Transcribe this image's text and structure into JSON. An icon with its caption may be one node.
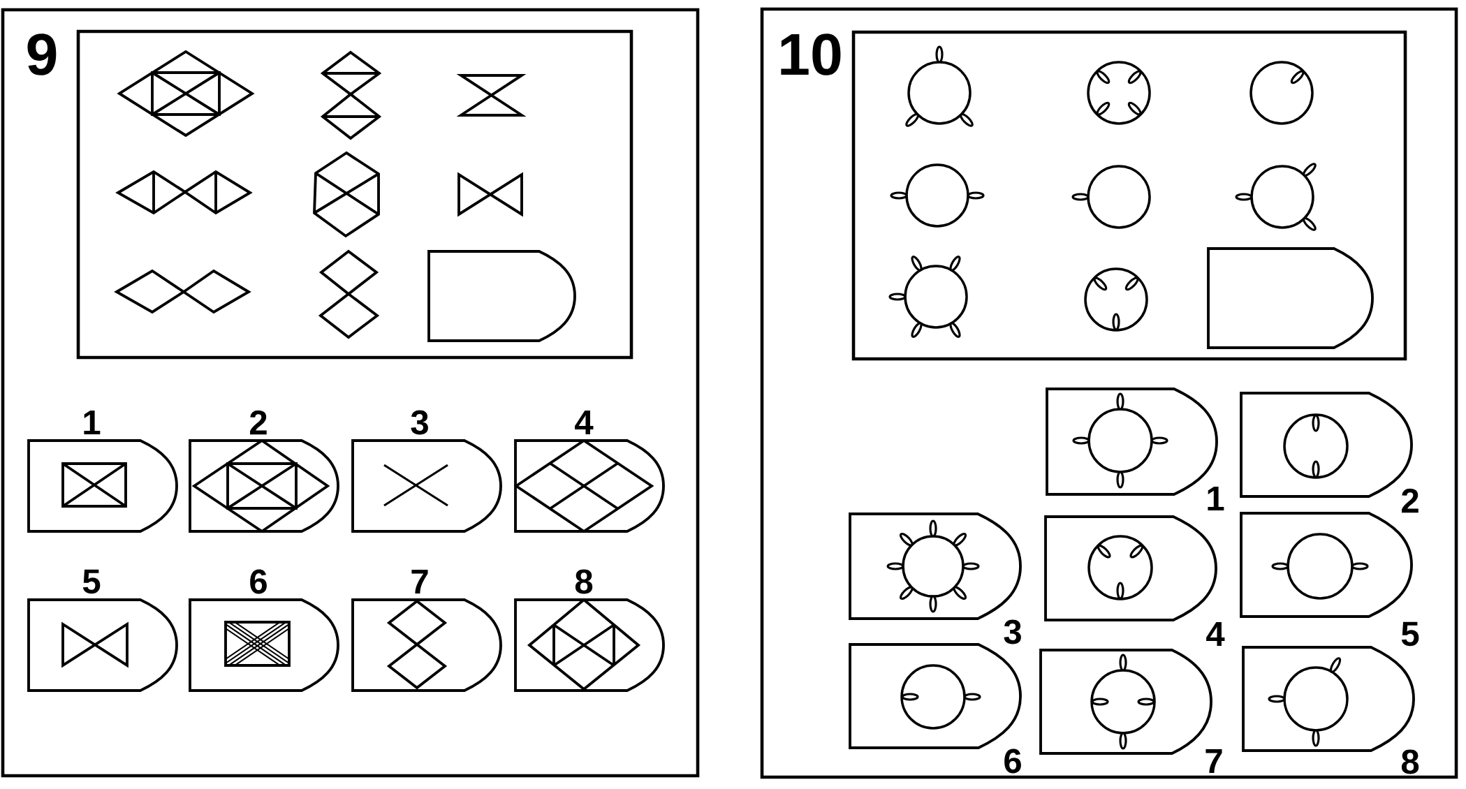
{
  "diagram": {
    "labels": [
      "9",
      "1",
      "2",
      "3",
      "4",
      "5",
      "6",
      "7",
      "8",
      "10",
      "1",
      "2",
      "3",
      "4",
      "5",
      "6",
      "7",
      "8"
    ]
  }
}
